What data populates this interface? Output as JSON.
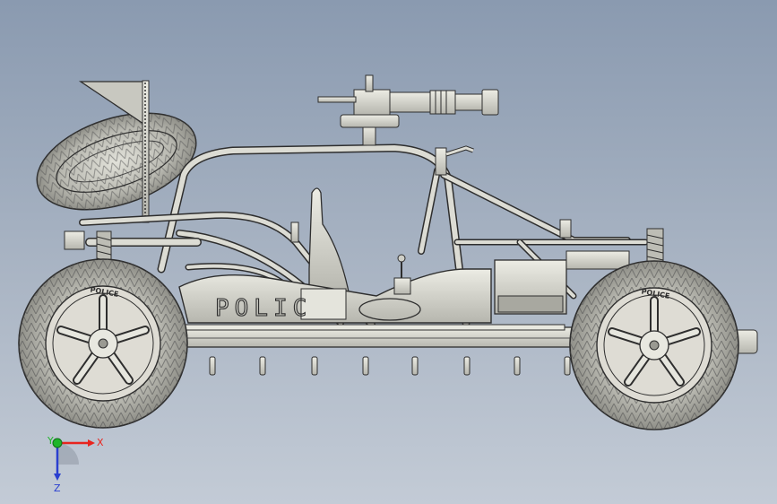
{
  "scene": {
    "body_text": "POLIC",
    "tire_text": "POLICE",
    "colors": {
      "background_top": "#8a9ab0",
      "background_bottom": "#c3cbd6",
      "model_fill": "#d4d4cc",
      "model_stroke": "#2e2e2e"
    }
  },
  "triad": {
    "x_label": "X",
    "y_label": "Y",
    "z_label": "Z",
    "x_color": "#e8241e",
    "y_color": "#1fb52a",
    "z_color": "#2a3fd0"
  }
}
